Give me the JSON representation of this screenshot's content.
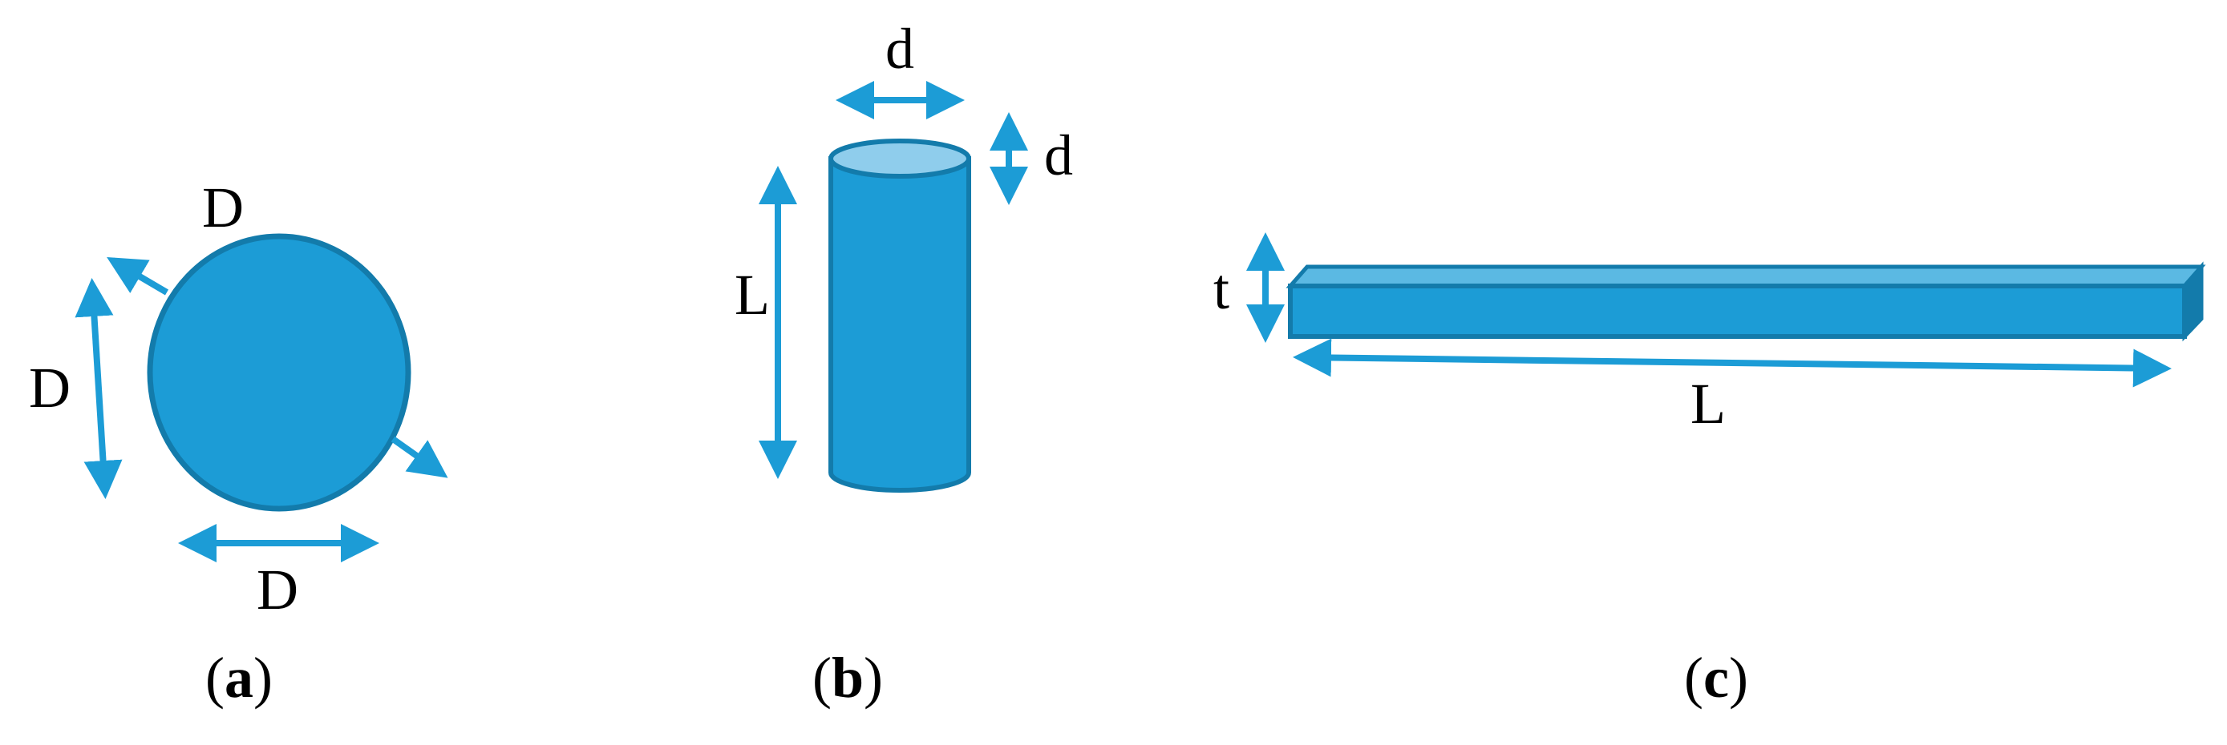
{
  "colors": {
    "shape_fill": "#1c9cd6",
    "shape_stroke": "#137bab",
    "shape_top": "#8fcdec",
    "arrow": "#1c9cd6",
    "text": "#000000"
  },
  "panels": [
    {
      "id": "a",
      "caption_open": "(",
      "caption_letter": "a",
      "caption_close": ")",
      "shape": "sphere",
      "labels": {
        "diameter_diagonal": "D",
        "diameter_vertical": "D",
        "diameter_horizontal": "D"
      }
    },
    {
      "id": "b",
      "caption_open": "(",
      "caption_letter": "b",
      "caption_close": ")",
      "shape": "cylinder",
      "labels": {
        "diameter_top": "d",
        "diameter_side": "d",
        "length": "L"
      }
    },
    {
      "id": "c",
      "caption_open": "(",
      "caption_letter": "c",
      "caption_close": ")",
      "shape": "plate",
      "labels": {
        "thickness": "t",
        "length": "L"
      }
    }
  ]
}
